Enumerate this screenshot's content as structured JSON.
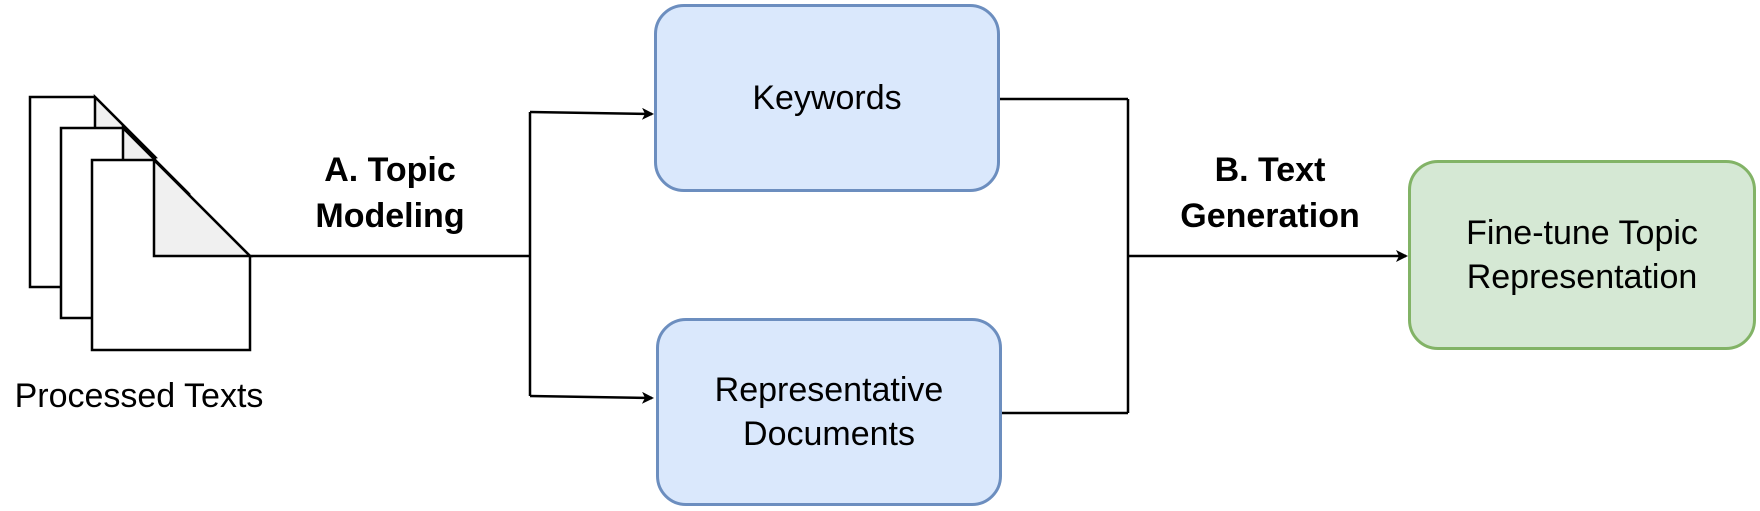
{
  "source": {
    "label": "Processed Texts"
  },
  "steps": {
    "topic_modeling": {
      "line1": "A. Topic",
      "line2": "Modeling"
    },
    "text_generation": {
      "line1": "B. Text",
      "line2": "Generation"
    }
  },
  "nodes": {
    "keywords": {
      "line1": "Keywords"
    },
    "representative_documents": {
      "line1": "Representative",
      "line2": "Documents"
    },
    "fine_tune": {
      "line1": "Fine-tune Topic",
      "line2": "Representation"
    }
  },
  "colors": {
    "blue_fill": "#dae8fc",
    "blue_stroke": "#6c8ebf",
    "green_fill": "#d5e8d4",
    "green_stroke": "#82b366",
    "doc_fold": "#f0f0f0"
  }
}
